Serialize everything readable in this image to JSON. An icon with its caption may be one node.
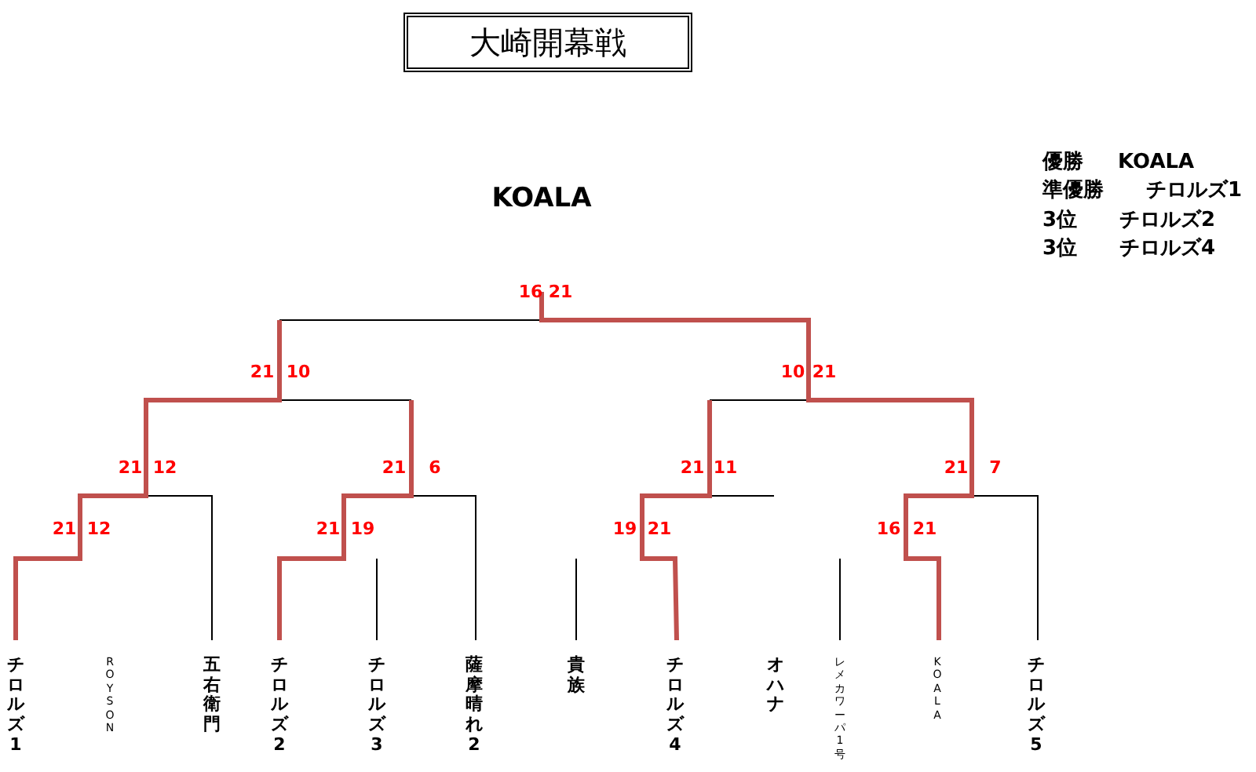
{
  "diagram": {
    "title": "大崎開幕戦",
    "labels": [
      "優勝",
      "KOALA",
      "準優勝",
      "チロルズ1",
      "3位",
      "チロルズ2",
      "3位",
      "チロルズ4",
      "KOALA",
      "16",
      "21",
      "21",
      "10",
      "10",
      "21",
      "21",
      "12",
      "21",
      "6",
      "21",
      "11",
      "21",
      "7",
      "21",
      "12",
      "21",
      "19",
      "19",
      "21",
      "16",
      "21",
      "チロルズ1",
      "ROYSON",
      "五右衛門",
      "チロルズ2",
      "チロルズ3",
      "薩摩晴れ2",
      "貴族",
      "チロルズ4",
      "オハナ",
      "レメカワーパ1号",
      "KOALA",
      "チロルズ5"
    ]
  }
}
